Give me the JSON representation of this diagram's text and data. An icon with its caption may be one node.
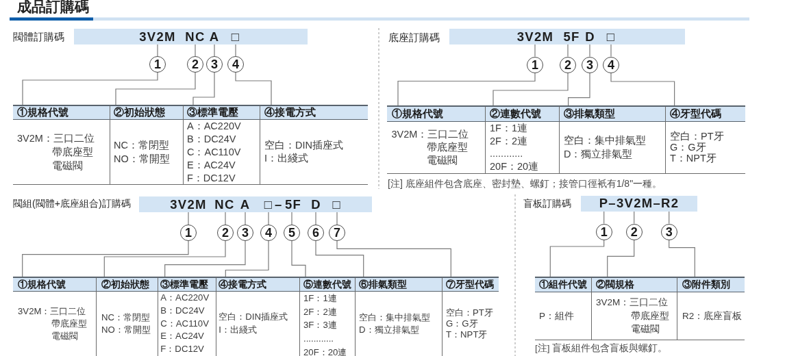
{
  "diagram": {
    "title": "成品訂購碼",
    "nodes": [
      {
        "text": [
          "3V2M",
          "NC",
          "A",
          "□"
        ]
      },
      {
        "text": [
          "1"
        ]
      },
      {
        "text": [
          "2"
        ]
      },
      {
        "text": [
          "3"
        ]
      },
      {
        "text": [
          "4"
        ]
      },
      {
        "text": [
          "①規格代號",
          "3V2M：三口二位帶底座型電磁閥"
        ]
      },
      {
        "text": [
          "②初始狀態",
          "NC：常閉型",
          "NO：常開型"
        ]
      },
      {
        "text": [
          "③標準電壓",
          "A：AC220V",
          "B：DC24V",
          "C：AC110V",
          "E：AC24V",
          "F：DC12V"
        ]
      },
      {
        "text": [
          "④接電方式",
          "空白：DIN插座式",
          "I：出綫式"
        ]
      },
      {
        "text": [
          "3V2M",
          "5F",
          "D",
          "□"
        ]
      },
      {
        "text": [
          "1"
        ]
      },
      {
        "text": [
          "2"
        ]
      },
      {
        "text": [
          "3"
        ]
      },
      {
        "text": [
          "4"
        ]
      },
      {
        "text": [
          "①規格代號",
          "3V2M：三口二位帶底座型電磁閥"
        ]
      },
      {
        "text": [
          "②連數代號",
          "1F：1連",
          "2F：2連",
          "............",
          "20F：20連"
        ]
      },
      {
        "text": [
          "③排氣類型",
          "空白：集中排氣型",
          "D：獨立排氣型"
        ]
      },
      {
        "text": [
          "④牙型代碼",
          "空白：PT牙",
          "G：G牙",
          "T：NPT牙"
        ]
      },
      {
        "text": [
          "3V2M",
          "NC",
          "A",
          "□",
          "–",
          "5F",
          "D",
          "□"
        ]
      },
      {
        "text": [
          "1"
        ]
      },
      {
        "text": [
          "2"
        ]
      },
      {
        "text": [
          "3"
        ]
      },
      {
        "text": [
          "4"
        ]
      },
      {
        "text": [
          "5"
        ]
      },
      {
        "text": [
          "6"
        ]
      },
      {
        "text": [
          "7"
        ]
      },
      {
        "text": [
          "①規格代號",
          "3V2M：三口二位帶底座型電磁閥"
        ]
      },
      {
        "text": [
          "②初始狀態",
          "NC：常閉型",
          "NO：常開型"
        ]
      },
      {
        "text": [
          "③標準電壓",
          "A：AC220V",
          "B：DC24V",
          "C：AC110V",
          "E：AC24V",
          "F：DC12V"
        ]
      },
      {
        "text": [
          "④接電方式",
          "空白：DIN插座式",
          "I：出綫式"
        ]
      },
      {
        "text": [
          "⑤連數代號",
          "1F：1連",
          "2F：2連",
          "3F：3連",
          "............",
          "20F：20連"
        ]
      },
      {
        "text": [
          "⑥排氣類型",
          "空白：集中排氣型",
          "D：獨立排氣型"
        ]
      },
      {
        "text": [
          "⑦牙型代碼",
          "空白：PT牙",
          "G：G牙",
          "T：NPT牙"
        ]
      },
      {
        "text": [
          "P–3V2M–R2"
        ]
      },
      {
        "text": [
          "1"
        ]
      },
      {
        "text": [
          "2"
        ]
      },
      {
        "text": [
          "3"
        ]
      },
      {
        "text": [
          "①組件代號",
          "P：組件"
        ]
      },
      {
        "text": [
          "②閥規格",
          "3V2M：三口二位帶底座型電磁閥"
        ]
      },
      {
        "text": [
          "③附件類別",
          "R2：底座盲板"
        ]
      }
    ],
    "edges": [
      {
        "from": 0,
        "to": 1,
        "arrow": "none"
      },
      {
        "from": 0,
        "to": 2,
        "arrow": "none"
      },
      {
        "from": 0,
        "to": 3,
        "arrow": "none"
      },
      {
        "from": 0,
        "to": 4,
        "arrow": "none"
      },
      {
        "from": 1,
        "to": 5,
        "arrow": "none"
      },
      {
        "from": 2,
        "to": 6,
        "arrow": "none"
      },
      {
        "from": 3,
        "to": 7,
        "arrow": "none"
      },
      {
        "from": 4,
        "to": 8,
        "arrow": "none"
      },
      {
        "from": 9,
        "to": 10,
        "arrow": "none"
      },
      {
        "from": 9,
        "to": 11,
        "arrow": "none"
      },
      {
        "from": 9,
        "to": 12,
        "arrow": "none"
      },
      {
        "from": 9,
        "to": 13,
        "arrow": "none"
      },
      {
        "from": 10,
        "to": 14,
        "arrow": "none"
      },
      {
        "from": 11,
        "to": 15,
        "arrow": "none"
      },
      {
        "from": 12,
        "to": 16,
        "arrow": "none"
      },
      {
        "from": 13,
        "to": 17,
        "arrow": "none"
      },
      {
        "from": 18,
        "to": 19,
        "arrow": "none"
      },
      {
        "from": 18,
        "to": 20,
        "arrow": "none"
      },
      {
        "from": 18,
        "to": 21,
        "arrow": "none"
      },
      {
        "from": 18,
        "to": 22,
        "arrow": "none"
      },
      {
        "from": 18,
        "to": 23,
        "arrow": "none"
      },
      {
        "from": 18,
        "to": 24,
        "arrow": "none"
      },
      {
        "from": 18,
        "to": 25,
        "arrow": "none"
      },
      {
        "from": 19,
        "to": 26,
        "arrow": "none"
      },
      {
        "from": 20,
        "to": 27,
        "arrow": "none"
      },
      {
        "from": 21,
        "to": 28,
        "arrow": "none"
      },
      {
        "from": 22,
        "to": 29,
        "arrow": "none"
      },
      {
        "from": 23,
        "to": 30,
        "arrow": "none"
      },
      {
        "from": 24,
        "to": 31,
        "arrow": "none"
      },
      {
        "from": 25,
        "to": 32,
        "arrow": "none"
      },
      {
        "from": 33,
        "to": 34,
        "arrow": "none"
      },
      {
        "from": 33,
        "to": 35,
        "arrow": "none"
      },
      {
        "from": 33,
        "to": 36,
        "arrow": "none"
      },
      {
        "from": 34,
        "to": 37,
        "arrow": "none"
      },
      {
        "from": 35,
        "to": 38,
        "arrow": "none"
      },
      {
        "from": 36,
        "to": 39,
        "arrow": "none"
      }
    ],
    "labels": [
      "閥體訂購碼",
      "底座訂購碼",
      "[注] 底座組件包含底座、密封墊、螺釘；接管口徑衹有1/8\"一種。",
      "閥組(閥體+底座組合)訂購碼",
      "盲板訂購碼",
      "[注] 盲板組件包含盲板與螺釘。"
    ]
  }
}
